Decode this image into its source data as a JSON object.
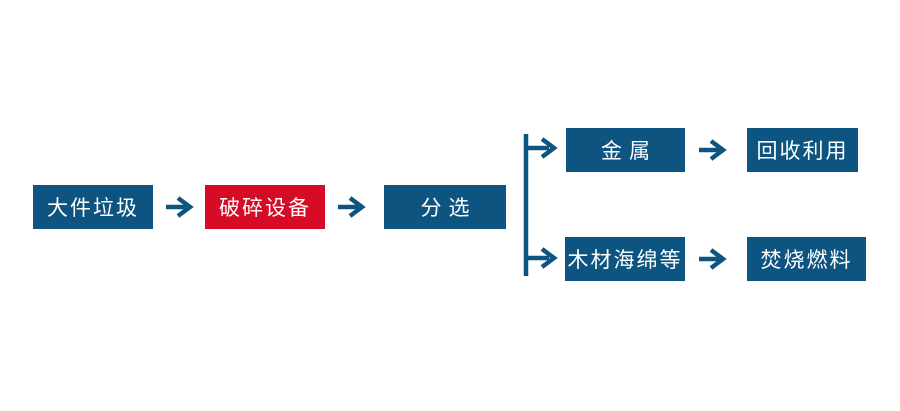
{
  "diagram": {
    "title": "bulky-waste-processing-flow",
    "colors": {
      "node_blue": "#0E5480",
      "node_red": "#D60B26",
      "arrow": "#0E5480",
      "text": "#FFFFFF",
      "background": "#FFFFFF"
    },
    "nodes": [
      {
        "id": "bulky-waste",
        "label": "大件垃圾",
        "color": "blue"
      },
      {
        "id": "crushing-equipment",
        "label": "破碎设备",
        "color": "red"
      },
      {
        "id": "sorting",
        "label": "分选",
        "color": "blue"
      },
      {
        "id": "metal",
        "label": "金属",
        "color": "blue"
      },
      {
        "id": "recycling",
        "label": "回收利用",
        "color": "blue"
      },
      {
        "id": "wood-sponge-etc",
        "label": "木材海绵等",
        "color": "blue"
      },
      {
        "id": "incineration-fuel",
        "label": "焚烧燃料",
        "color": "blue"
      }
    ],
    "edges": [
      {
        "from": "bulky-waste",
        "to": "crushing-equipment"
      },
      {
        "from": "crushing-equipment",
        "to": "sorting"
      },
      {
        "from": "sorting",
        "to": "metal"
      },
      {
        "from": "sorting",
        "to": "wood-sponge-etc"
      },
      {
        "from": "metal",
        "to": "recycling"
      },
      {
        "from": "wood-sponge-etc",
        "to": "incineration-fuel"
      }
    ]
  }
}
